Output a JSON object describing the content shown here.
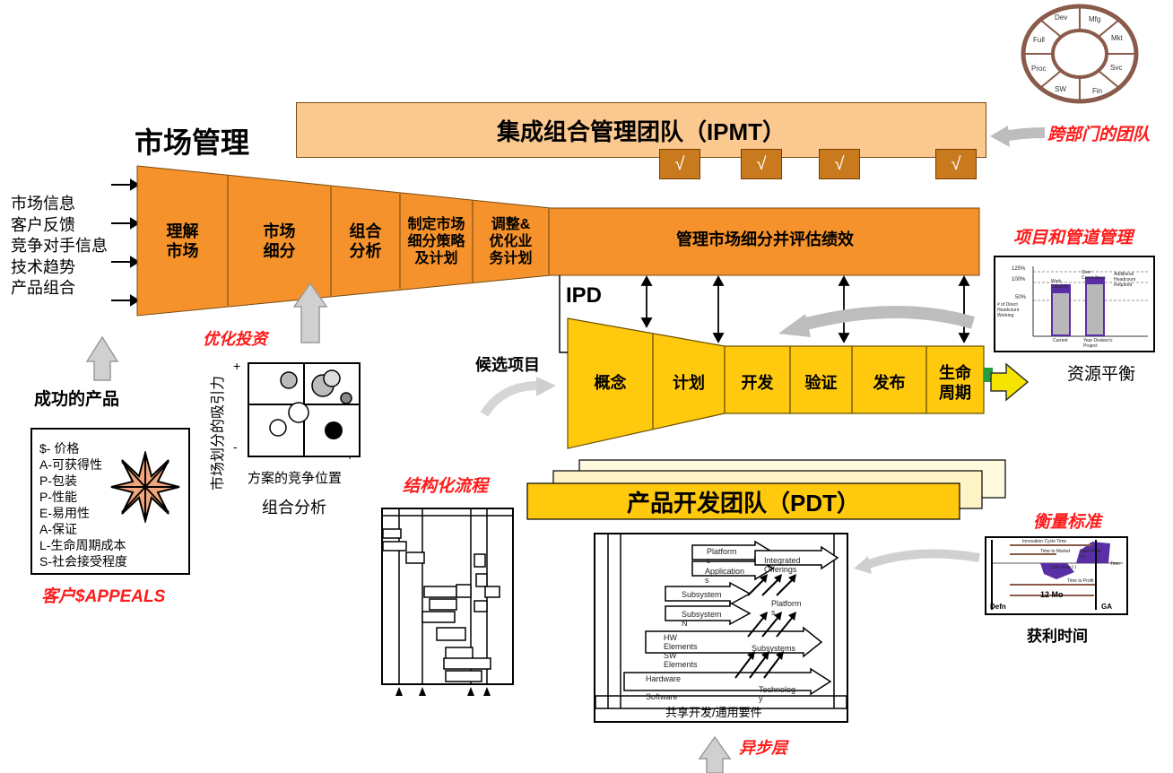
{
  "market_mgmt": {
    "title": "市场管理",
    "inputs": [
      "市场信息",
      "客户反馈",
      "竞争对手信息",
      "技术趋势",
      "产品组合"
    ],
    "stages": [
      "理解\n市场",
      "市场\n细分",
      "组合\n分析",
      "制定市场\n细分策略\n及计划",
      "调整&\n优化业\n务计划"
    ],
    "manage_label": "管理市场细分并评估绩效"
  },
  "ipmt": {
    "label": "集成组合管理团队（IPMT）",
    "checks": [
      "√",
      "√",
      "√",
      "√"
    ],
    "cross_team_label": "跨部门的团队",
    "wheel": [
      "Dev",
      "Mfg",
      "Mkt",
      "Svc",
      "Fin",
      "SW",
      "Proc",
      "Full"
    ]
  },
  "ipd": {
    "title": "IPD",
    "candidate_label": "候选项目",
    "phases": [
      "概念",
      "计划",
      "开发",
      "验证",
      "发布",
      "生命\n周期"
    ]
  },
  "project_pipeline": {
    "label": "项目和管道管理",
    "balance_label": "资源平衡",
    "chart_text": [
      "125%",
      "100%",
      "50%",
      "Work Capacity",
      "Over Committees",
      "Additional Headcount Required",
      "# of Direct Headcount Working",
      "Current",
      "Year Division's Project"
    ]
  },
  "optimize": {
    "label": "优化投资",
    "y_axis": "市场划分的吸引力",
    "plus_top": "+",
    "minus_left": "-",
    "minus_bottom": "-",
    "plus_right": "+",
    "x_axis": "方案的竞争位置",
    "caption": "组合分析"
  },
  "success": {
    "label": "成功的产品",
    "appeals": [
      "$- 价格",
      "A-可获得性",
      "P-包装",
      "P-性能",
      "E-易用性",
      "A-保证",
      "L-生命周期成本",
      "S-社会接受程度"
    ],
    "caption": "客户$APPEALS"
  },
  "structured_label": "结构化流程",
  "pdt": {
    "label": "产品开发团队（PDT）"
  },
  "async": {
    "shared_label": "共享开发/通用要件",
    "layer_label": "异步层",
    "items": {
      "platforms": "Platform s",
      "applications": "Application s",
      "integrated": "Integrated Offerings",
      "subsystem1": "Subsystem",
      "subsystem2": "Subsystem N",
      "platform": "Platform s",
      "hw": "HW Elements",
      "sw": "SW Elements",
      "subsystems": "Subsystems",
      "hardware": "Hardware",
      "software": "Software",
      "technology": "Technolog y"
    }
  },
  "metrics": {
    "label": "衡量标准",
    "caption": "获利时间",
    "chart_text": [
      "Innovation Cycle Time",
      "Time to Market",
      "Cash Flow (-)",
      "Cash Flow (+)",
      "Time to Profit",
      "12 Mo",
      "Defn",
      "GA",
      "Time"
    ]
  },
  "colors": {
    "orange": "#f5922b",
    "light_orange": "#fbc890",
    "yellow": "#ffc90e",
    "red": "#ff1a1a"
  }
}
